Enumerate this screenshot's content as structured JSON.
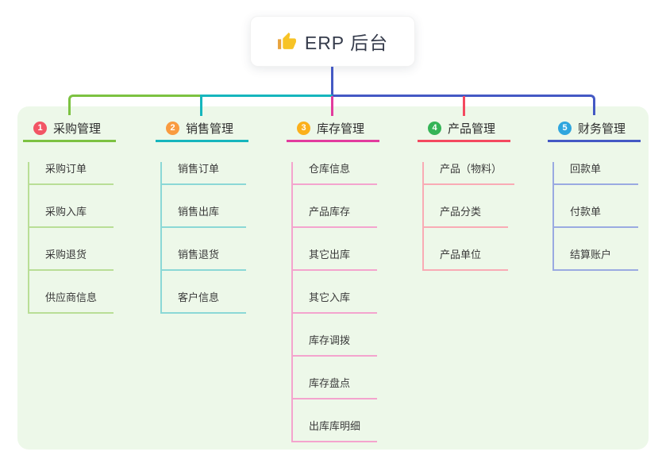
{
  "root": {
    "label": "ERP 后台",
    "icon": "thumbs-up-icon",
    "icon_color": "#f7c325",
    "drop_line_color": "#4459c4"
  },
  "panel": {
    "background": "#edf8e9"
  },
  "branches": [
    {
      "number": "1",
      "label": "采购管理",
      "colors": {
        "badge": "#f25565",
        "line": "#7cc241",
        "child_line": "#b9de96"
      },
      "children": [
        "采购订单",
        "采购入库",
        "采购退货",
        "供应商信息"
      ]
    },
    {
      "number": "2",
      "label": "销售管理",
      "colors": {
        "badge": "#f99b40",
        "line": "#16b6bd",
        "child_line": "#8bd8d6"
      },
      "children": [
        "销售订单",
        "销售出库",
        "销售退货",
        "客户信息"
      ]
    },
    {
      "number": "3",
      "label": "库存管理",
      "colors": {
        "badge": "#fbb01b",
        "line": "#e23c9e",
        "child_line": "#f4a4ce"
      },
      "children": [
        "仓库信息",
        "产品库存",
        "其它出库",
        "其它入库",
        "库存调拨",
        "库存盘点",
        "出库库明细"
      ]
    },
    {
      "number": "4",
      "label": "产品管理",
      "colors": {
        "badge": "#35b457",
        "line": "#f4495f",
        "child_line": "#f9abb5"
      },
      "children": [
        "产品（物料）",
        "产品分类",
        "产品单位"
      ]
    },
    {
      "number": "5",
      "label": "财务管理",
      "colors": {
        "badge": "#2fa6de",
        "line": "#4459c4",
        "child_line": "#9aaae1"
      },
      "children": [
        "回款单",
        "付款单",
        "结算账户"
      ]
    }
  ]
}
